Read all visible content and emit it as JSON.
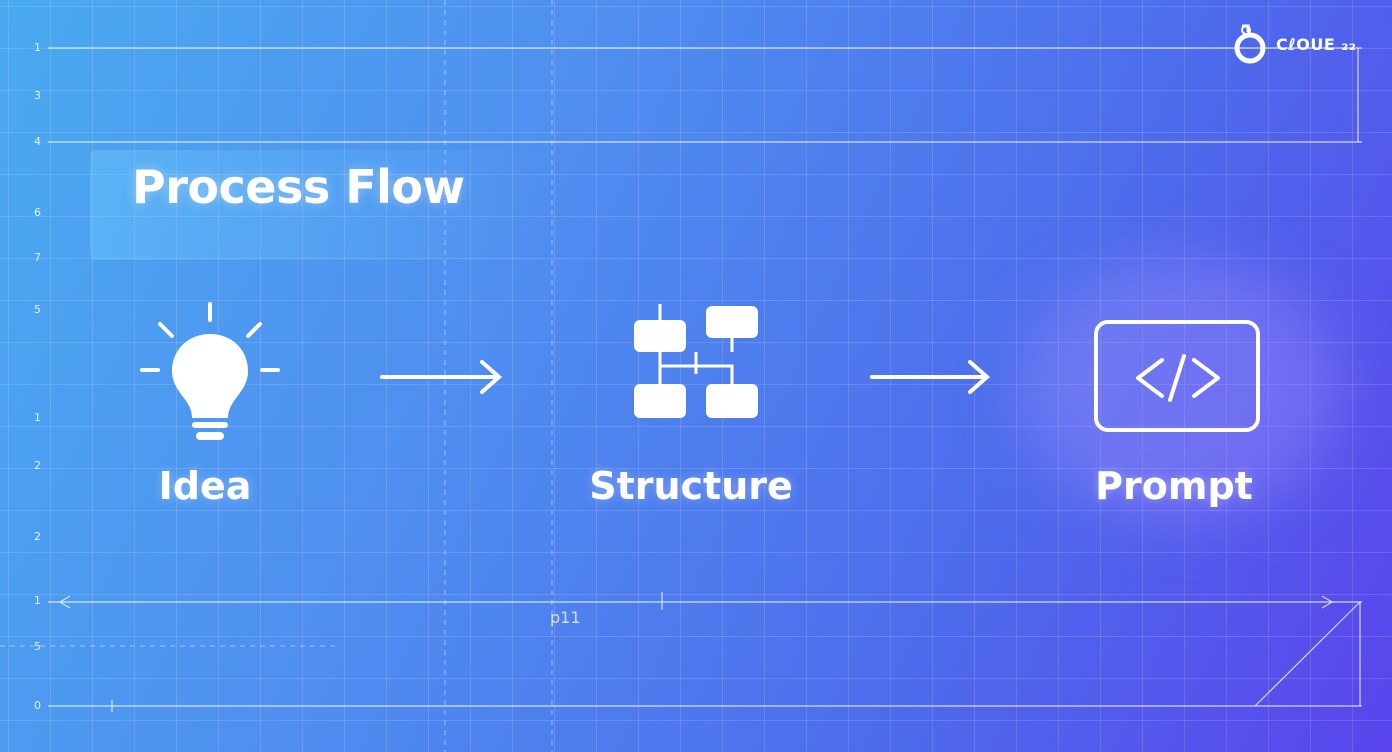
{
  "title": "Process Flow",
  "steps": [
    {
      "label": "Idea",
      "icon": "lightbulb-icon"
    },
    {
      "label": "Structure",
      "icon": "structure-diagram-icon"
    },
    {
      "label": "Prompt",
      "icon": "code-brackets-icon"
    }
  ],
  "logo": {
    "text": "CℓOUE ₂₂",
    "icon": "logo-icon"
  },
  "ruler": {
    "left_marks": [
      "1",
      "3",
      "4",
      "6",
      "7",
      "5",
      "1",
      "2",
      "2",
      "1",
      "5",
      "0"
    ],
    "bottom_mark": "p11"
  },
  "colors": {
    "background_start": "#4aaaf0",
    "background_end": "#5a44ec",
    "foreground": "#ffffff"
  }
}
